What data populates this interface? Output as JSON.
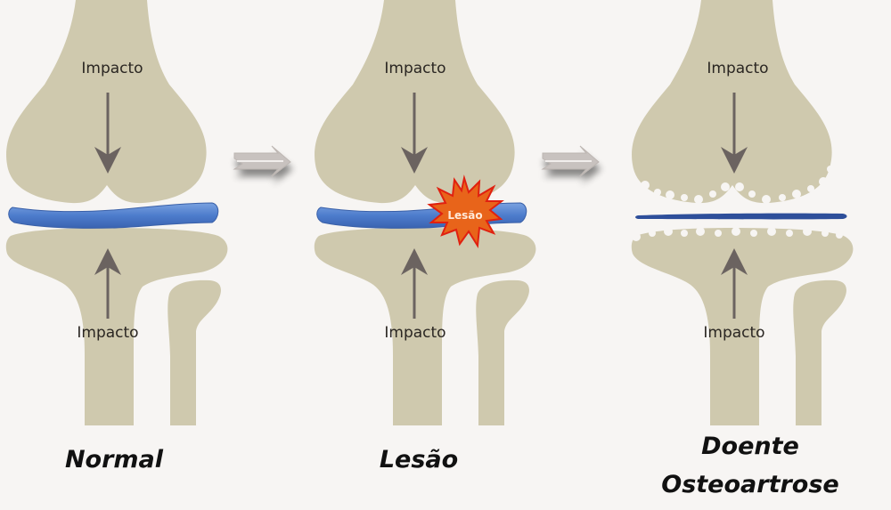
{
  "colors": {
    "background": "#f7f5f3",
    "bone": "#cfc9ae",
    "cartilage_normal": "#4f7fcf",
    "cartilage_thin": "#2e4f9a",
    "arrow": "#6b6360",
    "lesion_fill": "#e8641a",
    "lesion_stroke": "#e02010",
    "text": "#111111"
  },
  "panels": [
    {
      "id": "normal",
      "top_label": "Impacto",
      "bottom_label": "Impacto",
      "title": "Normal"
    },
    {
      "id": "lesao",
      "top_label": "Impacto",
      "bottom_label": "Impacto",
      "badge": "Lesão",
      "title": "Lesão"
    },
    {
      "id": "doente",
      "top_label": "Impacto",
      "bottom_label": "Impacto",
      "title_line1": "Doente",
      "title_line2": "Osteoartrose"
    }
  ],
  "transition_arrows": [
    "double-arrow-right",
    "double-arrow-right"
  ]
}
